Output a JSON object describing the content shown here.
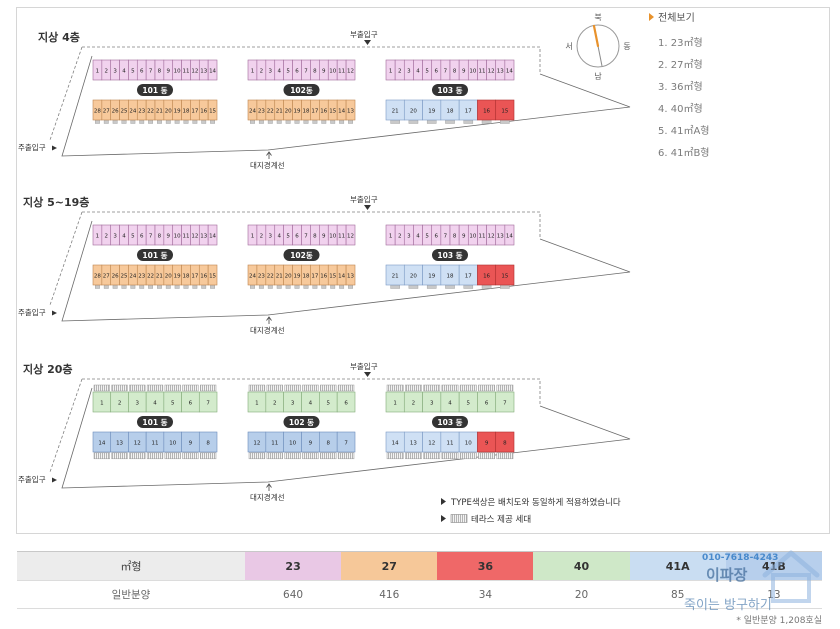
{
  "accent_color": "#e8922c",
  "menu": {
    "all_label": "전체보기",
    "items": [
      "1. 23㎡형",
      "2. 27㎡형",
      "3. 36㎡형",
      "4. 40㎡형",
      "5. 41㎡A형",
      "6. 41㎡B형"
    ]
  },
  "compass": {
    "north": "북",
    "south": "남",
    "west": "서",
    "east": "동"
  },
  "type_colors": {
    "23": {
      "fill": "#f1d2ee",
      "stroke": "#a06a9a"
    },
    "27": {
      "fill": "#f7c99b",
      "stroke": "#bd8650"
    },
    "36": {
      "fill": "#ea5555",
      "stroke": "#ad3030"
    },
    "40": {
      "fill": "#d3ebcc",
      "stroke": "#83aa79"
    },
    "41A": {
      "fill": "#cfe0f4",
      "stroke": "#7b9ac4"
    },
    "41B": {
      "fill": "#b7ceea",
      "stroke": "#6d8dbb"
    }
  },
  "floors": [
    {
      "label": "지상 4층",
      "sub_entrance": "부출입구",
      "main_entrance": "주출입구",
      "boundary": "대지경계선",
      "terrace": false,
      "buildings": [
        {
          "name": "101 동",
          "top": [
            {
              "type": "23",
              "units": [
                1,
                2,
                3,
                4,
                5,
                6,
                7,
                8,
                9,
                10,
                11,
                12,
                13,
                14
              ]
            }
          ],
          "bottom": [
            {
              "type": "27",
              "units": [
                28,
                27,
                26,
                25,
                24,
                23,
                22,
                21,
                20,
                19,
                18,
                17,
                16,
                15
              ]
            }
          ]
        },
        {
          "name": "102동",
          "top": [
            {
              "type": "23",
              "units": [
                1,
                2,
                3,
                4,
                5,
                6,
                7,
                8,
                9,
                10,
                11,
                12
              ]
            }
          ],
          "bottom": [
            {
              "type": "27",
              "units": [
                24,
                23,
                22,
                21,
                20,
                19,
                18,
                17,
                16,
                15,
                14,
                13
              ]
            }
          ]
        },
        {
          "name": "103 동",
          "top": [
            {
              "type": "23",
              "units": [
                1,
                2,
                3,
                4,
                5,
                6,
                7,
                8,
                9,
                10,
                11,
                12,
                13,
                14
              ]
            }
          ],
          "bottom": [
            {
              "type": "41A",
              "units": [
                21,
                20,
                19,
                18,
                17
              ]
            },
            {
              "type": "36",
              "units": [
                16,
                15
              ]
            }
          ]
        }
      ]
    },
    {
      "label": "지상 5~19층",
      "sub_entrance": "부출입구",
      "main_entrance": "주출입구",
      "boundary": "대지경계선",
      "terrace": false,
      "buildings": [
        {
          "name": "101 동",
          "top": [
            {
              "type": "23",
              "units": [
                1,
                2,
                3,
                4,
                5,
                6,
                7,
                8,
                9,
                10,
                11,
                12,
                13,
                14
              ]
            }
          ],
          "bottom": [
            {
              "type": "27",
              "units": [
                28,
                27,
                26,
                25,
                24,
                23,
                22,
                21,
                20,
                19,
                18,
                17,
                16,
                15
              ]
            }
          ]
        },
        {
          "name": "102동",
          "top": [
            {
              "type": "23",
              "units": [
                1,
                2,
                3,
                4,
                5,
                6,
                7,
                8,
                9,
                10,
                11,
                12
              ]
            }
          ],
          "bottom": [
            {
              "type": "27",
              "units": [
                24,
                23,
                22,
                21,
                20,
                19,
                18,
                17,
                16,
                15,
                14,
                13
              ]
            }
          ]
        },
        {
          "name": "103 동",
          "top": [
            {
              "type": "23",
              "units": [
                1,
                2,
                3,
                4,
                5,
                6,
                7,
                8,
                9,
                10,
                11,
                12,
                13,
                14
              ]
            }
          ],
          "bottom": [
            {
              "type": "41A",
              "units": [
                21,
                20,
                19,
                18,
                17
              ]
            },
            {
              "type": "36",
              "units": [
                16,
                15
              ]
            }
          ]
        }
      ]
    },
    {
      "label": "지상 20층",
      "sub_entrance": "부출입구",
      "main_entrance": "주출입구",
      "boundary": "대지경계선",
      "terrace": true,
      "buildings": [
        {
          "name": "101 동",
          "top": [
            {
              "type": "40",
              "units": [
                1,
                2,
                3,
                4,
                5,
                6,
                7
              ]
            }
          ],
          "bottom": [
            {
              "type": "41B",
              "units": [
                14,
                13,
                12,
                11,
                10,
                9,
                8
              ]
            }
          ]
        },
        {
          "name": "102 동",
          "top": [
            {
              "type": "40",
              "units": [
                1,
                2,
                3,
                4,
                5,
                6
              ]
            }
          ],
          "bottom": [
            {
              "type": "41B",
              "units": [
                12,
                11,
                10,
                9,
                8,
                7
              ]
            }
          ]
        },
        {
          "name": "103 동",
          "top": [
            {
              "type": "40",
              "units": [
                1,
                2,
                3,
                4,
                5,
                6,
                7
              ]
            }
          ],
          "bottom": [
            {
              "type": "41A",
              "units": [
                14,
                13,
                12,
                11,
                10
              ]
            },
            {
              "type": "36",
              "units": [
                9,
                8
              ]
            }
          ]
        }
      ]
    }
  ],
  "notes": {
    "type_color": "TYPE색상은 배치도와 동일하게 적용하였습니다",
    "terrace": "테라스 제공 세대"
  },
  "table": {
    "header_label": "㎡형",
    "row_label": "일반분양",
    "columns": [
      {
        "type": "23",
        "count": "640",
        "color": "#e9c8e5"
      },
      {
        "type": "27",
        "count": "416",
        "color": "#f6c899"
      },
      {
        "type": "36",
        "count": "34",
        "color": "#ef6868"
      },
      {
        "type": "40",
        "count": "20",
        "color": "#cfe8c8"
      },
      {
        "type": "41A",
        "count": "85",
        "color": "#c9ddf2"
      },
      {
        "type": "41B",
        "count": "13",
        "color": "#b7cfec"
      }
    ]
  },
  "total_note": "* 일반분양 1,208호실",
  "watermark": {
    "phone": "010-7618-4243",
    "name": "이파장",
    "slogan": "죽이는 방구하기"
  }
}
